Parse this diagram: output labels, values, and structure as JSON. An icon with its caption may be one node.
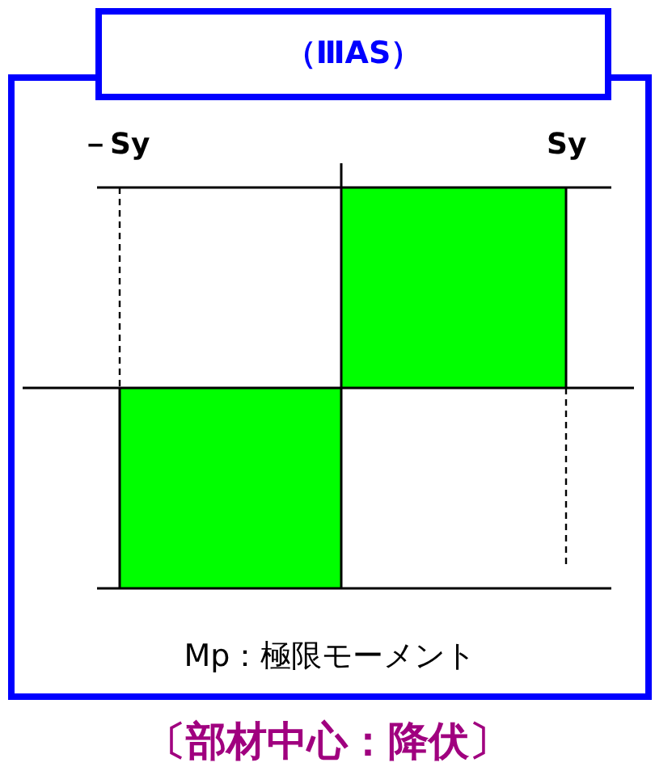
{
  "diagram": {
    "caption": "〔部材中心：降伏〕",
    "nodes": [
      {
        "text": [
          "Mp：極限モーメント"
        ]
      },
      {
        "text": [
          "（ⅢAS）"
        ]
      }
    ],
    "labels": [
      "－Sy",
      "Sy"
    ]
  }
}
